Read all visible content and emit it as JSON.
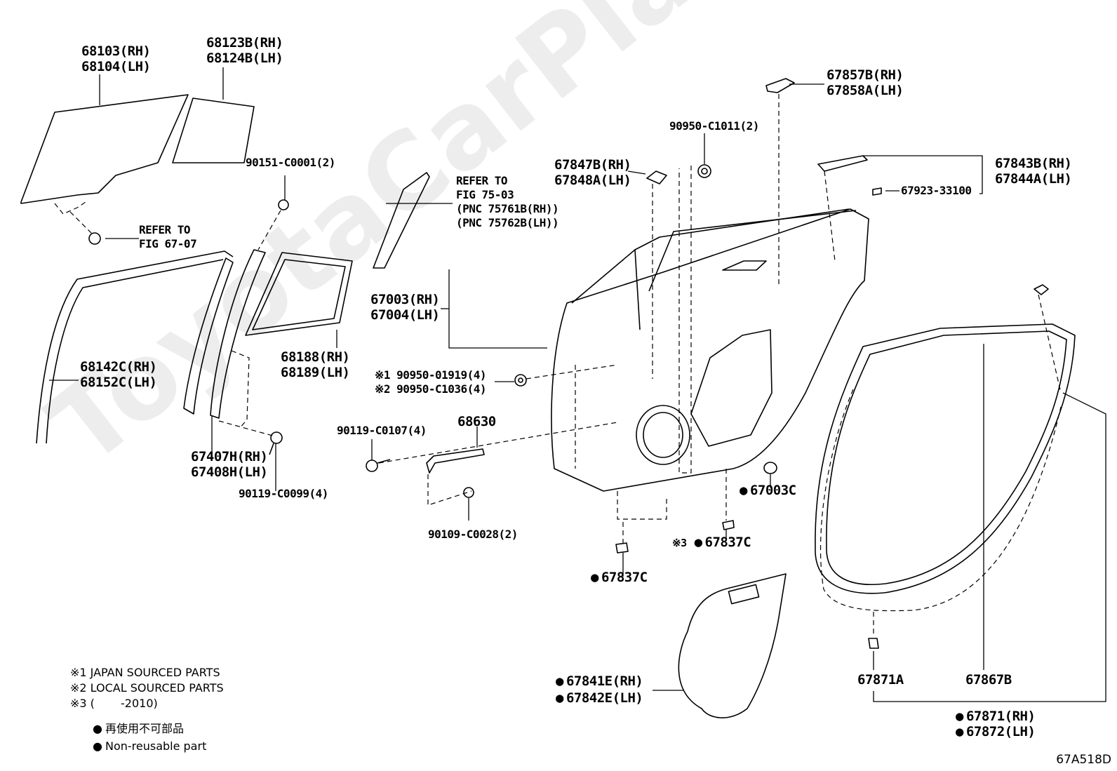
{
  "parts": {
    "glass_front": [
      "68103(RH)",
      "68104(LH)"
    ],
    "glass_rear": [
      "68123B(RH)",
      "68124B(LH)"
    ],
    "refer_67": [
      "REFER TO",
      "FIG 67-07"
    ],
    "screw_90151": "90151-C0001(2)",
    "run_68142": [
      "68142C(RH)",
      "68152C(LH)"
    ],
    "division_67407": [
      "67407H(RH)",
      "67408H(LH)"
    ],
    "bolt_90119_c0099": "90119-C0099(4)",
    "weather_68188": [
      "68188(RH)",
      "68189(LH)"
    ],
    "refer_75": [
      "REFER TO",
      "FIG 75-03",
      "(PNC 75761B(RH))",
      "(PNC 75762B(LH))"
    ],
    "panel_67003": [
      "67003(RH)",
      "67004(LH)"
    ],
    "clip_90950_01919": "※1 90950-01919(4)",
    "clip_90950_c1036": "※2 90950-C1036(4)",
    "bolt_90119_c0107": "90119-C0107(4)",
    "check_68630": "68630",
    "bolt_90109": "90109-C0028(2)",
    "cushion_67847": [
      "67847B(RH)",
      "67848A(LH)"
    ],
    "plug_90950_c1011": "90950-C1011(2)",
    "bracket_67857": [
      "67857B(RH)",
      "67858A(LH)"
    ],
    "bracket_67843": [
      "67843B(RH)",
      "67844A(LH)"
    ],
    "clip_67923": "67923-33100",
    "plug_67003c": "67003C",
    "plug_67837c_a": "67837C",
    "plug_67837c_b_prefix": "※3",
    "plug_67837c_b": "67837C",
    "seal_67841": [
      "67841E(RH)",
      "67842E(LH)"
    ],
    "clip_67871a": "67871A",
    "seal_67867b": "67867B",
    "weatherstrip_67871": [
      "67871(RH)",
      "67872(LH)"
    ]
  },
  "notes": {
    "note1": "※1 JAPAN SOURCED PARTS",
    "note2": "※2 LOCAL SOURCED PARTS",
    "note3": "※3 (　　 -2010)",
    "legend_jp": "再使用不可部品",
    "legend_en": "Non-reusable part"
  },
  "watermark": "ToyotaCarPlace.ru",
  "figure_code": "67A518D"
}
